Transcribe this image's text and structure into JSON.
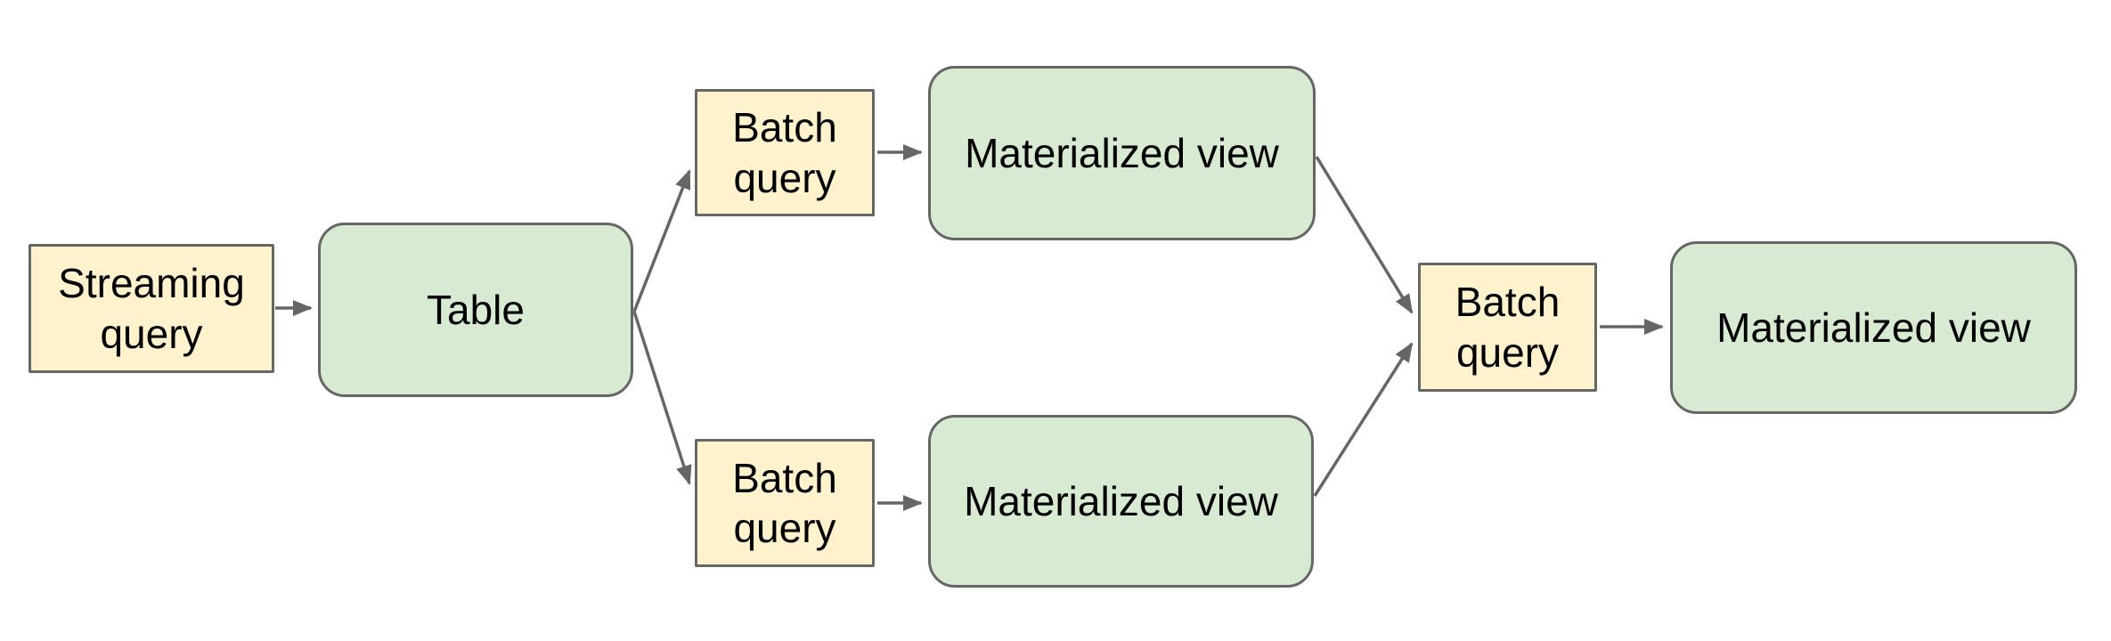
{
  "diagram": {
    "type": "flowchart",
    "background": "#ffffff",
    "colors": {
      "query_node_fill": "#fff2cc",
      "table_view_node_fill": "#d9ead3",
      "node_border": "#666666",
      "arrow": "#666666",
      "text": "#000000"
    },
    "nodes": [
      {
        "id": "streaming-query",
        "label": "Streaming query",
        "shape": "rectangle",
        "fill": "#fff2cc"
      },
      {
        "id": "table",
        "label": "Table",
        "shape": "rounded-rectangle",
        "fill": "#d9ead3"
      },
      {
        "id": "batch-query-top",
        "label": "Batch query",
        "shape": "rectangle",
        "fill": "#fff2cc"
      },
      {
        "id": "materialized-view-top",
        "label": "Materialized view",
        "shape": "rounded-rectangle",
        "fill": "#d9ead3"
      },
      {
        "id": "batch-query-bottom",
        "label": "Batch query",
        "shape": "rectangle",
        "fill": "#fff2cc"
      },
      {
        "id": "materialized-view-bottom",
        "label": "Materialized view",
        "shape": "rounded-rectangle",
        "fill": "#d9ead3"
      },
      {
        "id": "batch-query-final",
        "label": "Batch query",
        "shape": "rectangle",
        "fill": "#fff2cc"
      },
      {
        "id": "materialized-view-final",
        "label": "Materialized view",
        "shape": "rounded-rectangle",
        "fill": "#d9ead3"
      }
    ],
    "edges": [
      {
        "from": "streaming-query",
        "to": "table"
      },
      {
        "from": "table",
        "to": "batch-query-top"
      },
      {
        "from": "table",
        "to": "batch-query-bottom"
      },
      {
        "from": "batch-query-top",
        "to": "materialized-view-top"
      },
      {
        "from": "batch-query-bottom",
        "to": "materialized-view-bottom"
      },
      {
        "from": "materialized-view-top",
        "to": "batch-query-final"
      },
      {
        "from": "materialized-view-bottom",
        "to": "batch-query-final"
      },
      {
        "from": "batch-query-final",
        "to": "materialized-view-final"
      }
    ]
  }
}
